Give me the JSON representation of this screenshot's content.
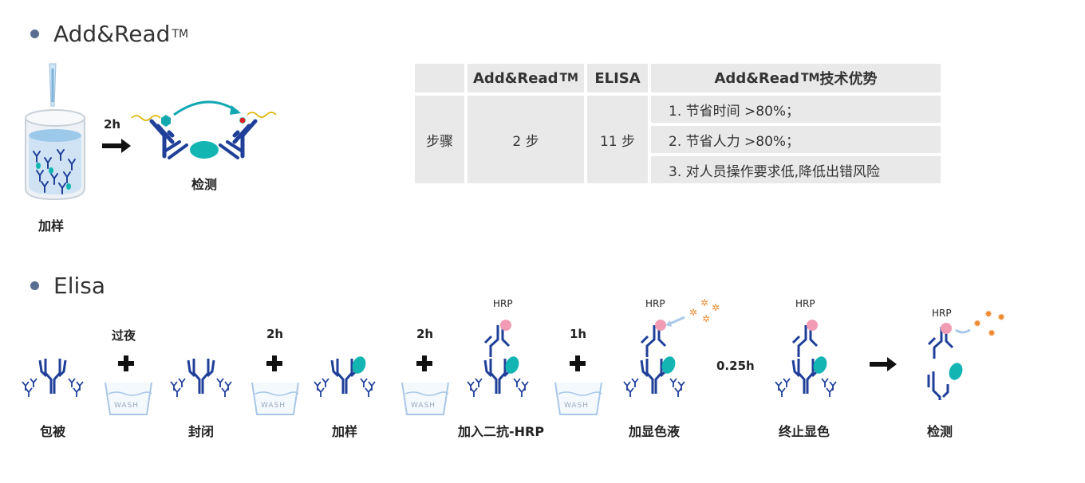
{
  "sections": {
    "addread": {
      "title": "Add&Read",
      "tm": "TM"
    },
    "elisa": {
      "title": "Elisa"
    }
  },
  "addread_diagram": {
    "time_label": "2h",
    "step1_label": "加样",
    "step2_label": "检测"
  },
  "comparison_table": {
    "headers": {
      "c1": "",
      "c2": "Add&Read",
      "c2_tm": "TM",
      "c3": "ELISA",
      "c4": "Add&Read",
      "c4_tm": "TM",
      "c4_suffix": " 技术优势"
    },
    "row_label": "步骤",
    "addread_steps": "2 步",
    "elisa_steps": "11 步",
    "advantages": [
      "1. 节省时间 >80%；",
      "2. 节省人力 >80%；",
      "3. 对人员操作要求低,降低出错风险"
    ]
  },
  "elisa_flow": {
    "steps": [
      {
        "label": "包被"
      },
      {
        "label": "封闭"
      },
      {
        "label": "加样"
      },
      {
        "label": "加入二抗-HRP"
      },
      {
        "label": "加显色液"
      },
      {
        "label": "终止显色"
      },
      {
        "label": "检测"
      }
    ],
    "times": [
      "过夜",
      "2h",
      "2h",
      "1h"
    ],
    "stop_time": "0.25h",
    "wash_label": "WASH",
    "hrp_label": "HRP"
  },
  "colors": {
    "antibody": "#1f3f99",
    "antigen": "#12b5b2",
    "hrp": "#f29bb5",
    "signal": "#f08a30",
    "wash": "#a9c7e8"
  }
}
